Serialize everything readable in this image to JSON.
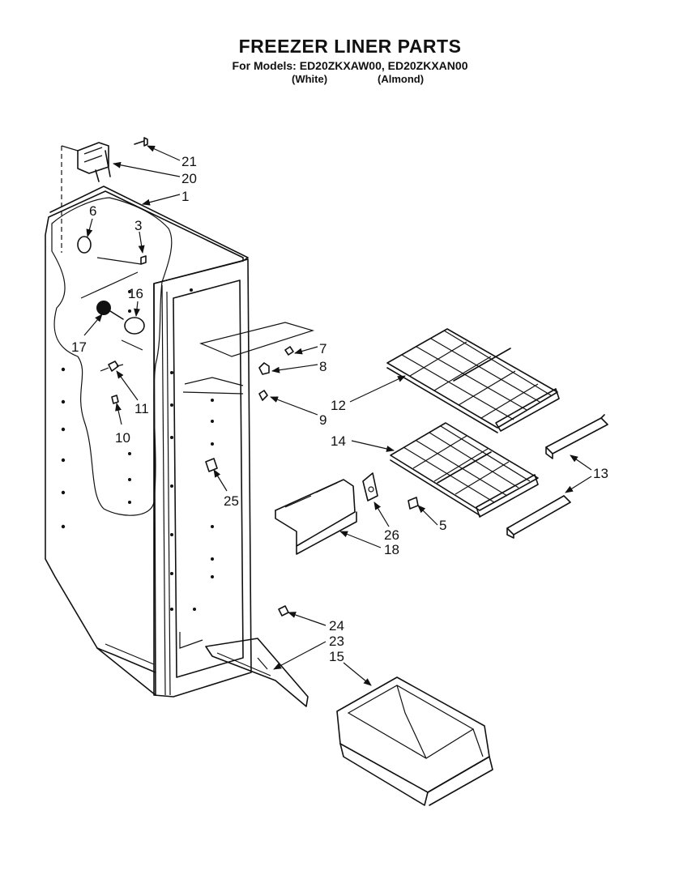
{
  "header": {
    "title": "FREEZER LINER PARTS",
    "models": "For Models: ED20ZKXAW00, ED20ZKXAN00",
    "variant_white": "(White)",
    "variant_almond": "(Almond)"
  },
  "callouts": {
    "c1": "1",
    "c3": "3",
    "c5": "5",
    "c6": "6",
    "c7": "7",
    "c8": "8",
    "c9": "9",
    "c10": "10",
    "c11": "11",
    "c12": "12",
    "c13": "13",
    "c14": "14",
    "c15": "15",
    "c16": "16",
    "c17": "17",
    "c18": "18",
    "c20": "20",
    "c21": "21",
    "c23": "23",
    "c24": "24",
    "c25": "25",
    "c26": "26"
  }
}
